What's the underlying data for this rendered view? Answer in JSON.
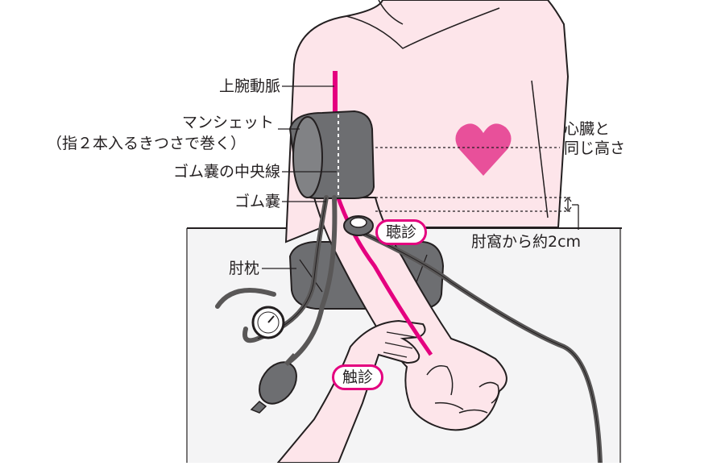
{
  "labels": {
    "brachial_artery": "上腕動脈",
    "cuff_line1": "マンシェット",
    "cuff_line2": "（指２本入るきつさで巻く）",
    "bladder_center": "ゴム嚢の中央線",
    "bladder": "ゴム嚢",
    "elbow_pillow": "肘枕",
    "heart_level_line1": "心臓と",
    "heart_level_line2": "同じ高さ",
    "elbow_distance": "肘窩から約2cm"
  },
  "badges": {
    "auscultation": "聴診",
    "palpation": "触診"
  },
  "colors": {
    "accent": "#e4007f",
    "skin": "#fde5ea",
    "cuff": "#6d6e71",
    "tube": "#595757",
    "outline": "#231f20",
    "heart": "#e8509a"
  },
  "icons": [
    "heart-icon",
    "stethoscope-icon",
    "manometer-icon",
    "bulb-icon"
  ]
}
